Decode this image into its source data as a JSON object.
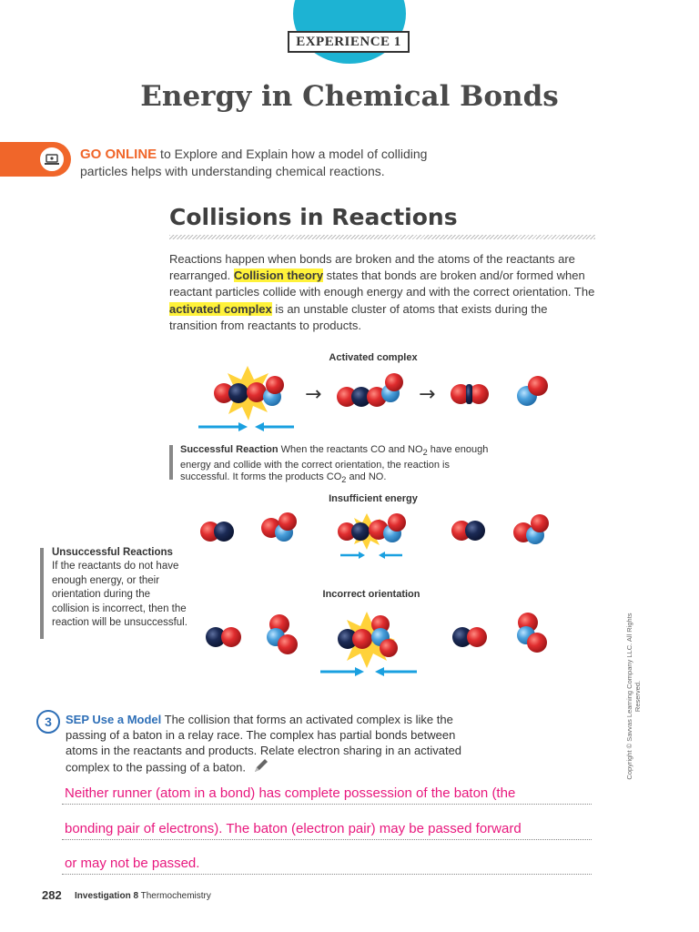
{
  "badge": "EXPERIENCE 1",
  "title": "Energy in Chemical Bonds",
  "go_online": {
    "label": "GO ONLINE",
    "text_1": " to Explore and Explain how a model of colliding",
    "text_2": "particles helps with understanding chemical reactions."
  },
  "section_title": "Collisions in Reactions",
  "intro": {
    "p1": "Reactions happen when bonds are broken and the atoms of the reactants are rearranged. ",
    "term1": "Collision theory",
    "p2": " states that bonds are broken and/or formed when reactant particles collide with enough energy and with the correct orientation. The ",
    "term2": "activated complex",
    "p3": " is an unstable cluster of atoms that exists during the transition from reactants to products."
  },
  "diagram": {
    "caption_activated": "Activated complex",
    "caption_insufficient": "Insufficient energy",
    "caption_incorrect": "Incorrect orientation",
    "arrow_glyph": "→",
    "colors": {
      "oxygen": "#e02d2f",
      "carbon": "#1b2a55",
      "nitrogen": "#4aa0dc",
      "burst": "#ffd23a",
      "arrows": "#1aa0e0"
    }
  },
  "successful": {
    "label": "Successful Reaction",
    "text_a": "  When the reactants CO and NO",
    "sub_a": "2",
    "text_b": " have enough energy and collide with the correct orientation, the reaction is successful. It forms the products CO",
    "sub_b": "2",
    "text_c": " and NO."
  },
  "unsuccessful": {
    "label": "Unsuccessful Reactions",
    "text": "If the reactants do not have enough energy, or their orientation during the collision is incorrect, then the reaction will be unsuccessful."
  },
  "copyright": "Copyright © Savvas Learning Company LLC. All Rights Reserved.",
  "question": {
    "number": "3",
    "label": "SEP Use a Model",
    "text": "  The collision that forms an activated complex is like the passing of a baton in a relay race. The complex has partial bonds between atoms in the reactants and products. Relate electron sharing in an activated complex to the passing of a baton.",
    "icon": "pencil-icon"
  },
  "answer": {
    "line1": "Neither runner (atom in a bond) has complete possession of the baton (the",
    "line2": "bonding pair of electrons). The baton (electron pair) may be passed forward",
    "line3": "or may not be passed."
  },
  "footer": {
    "page": "282",
    "investigation": "Investigation 8",
    "topic": " Thermochemistry"
  }
}
